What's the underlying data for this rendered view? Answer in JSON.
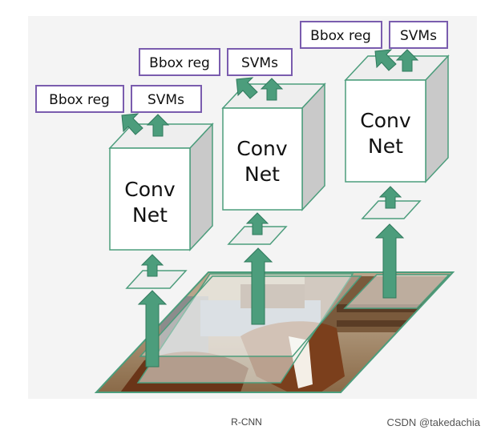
{
  "diagram": {
    "title": "R-CNN",
    "watermark": "CSDN @takedachia",
    "colors": {
      "arrow": "#4c9d7c",
      "arrow_stroke": "#2f7a5d",
      "box_border": "#7a5cae",
      "cube_edge": "#4c9d7c",
      "cube_side": "#c9c9c9",
      "cube_top": "#eeeeee",
      "region_fill": "#dfe8e3"
    },
    "networks": [
      {
        "conv_line1": "Conv",
        "conv_line2": "Net",
        "bbox_label": "Bbox reg",
        "svm_label": "SVMs"
      },
      {
        "conv_line1": "Conv",
        "conv_line2": "Net",
        "bbox_label": "Bbox reg",
        "svm_label": "SVMs"
      },
      {
        "conv_line1": "Conv",
        "conv_line2": "Net",
        "bbox_label": "Bbox reg",
        "svm_label": "SVMs"
      }
    ]
  }
}
